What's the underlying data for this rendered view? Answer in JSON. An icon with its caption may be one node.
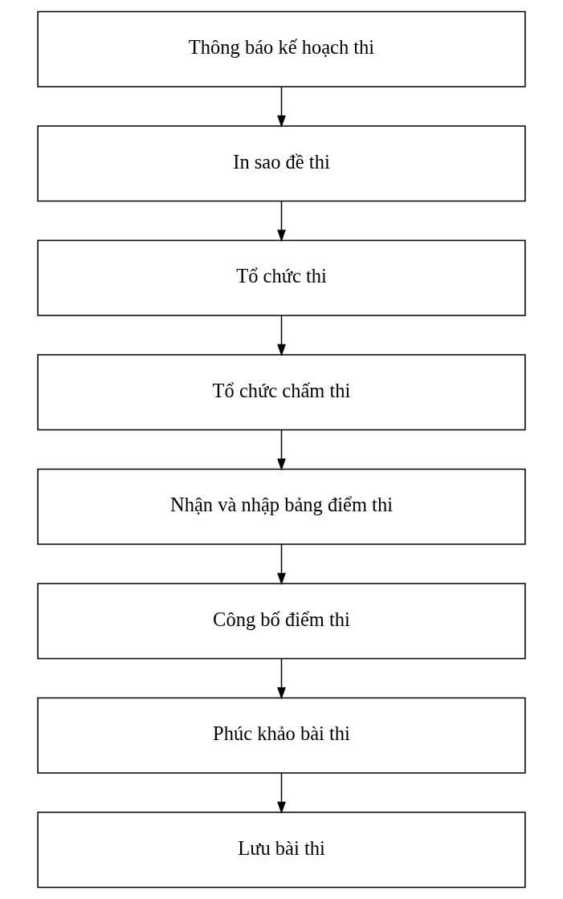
{
  "diagram": {
    "nodes": [
      {
        "text": [
          "Thông báo kế hoạch thi"
        ]
      },
      {
        "text": [
          "In sao đề thi"
        ]
      },
      {
        "text": [
          "Tổ chức thi"
        ]
      },
      {
        "text": [
          "Tổ chức chấm thi"
        ]
      },
      {
        "text": [
          "Nhận và nhập bảng điểm thi"
        ]
      },
      {
        "text": [
          "Công bố điểm thi"
        ]
      },
      {
        "text": [
          "Phúc khảo bài thi"
        ]
      },
      {
        "text": [
          "Lưu bài thi"
        ]
      }
    ],
    "edges": [
      {
        "from": 0,
        "to": 1,
        "arrow": "to"
      },
      {
        "from": 1,
        "to": 2,
        "arrow": "to"
      },
      {
        "from": 2,
        "to": 3,
        "arrow": "to"
      },
      {
        "from": 3,
        "to": 4,
        "arrow": "to"
      },
      {
        "from": 4,
        "to": 5,
        "arrow": "to"
      },
      {
        "from": 5,
        "to": 6,
        "arrow": "to"
      },
      {
        "from": 6,
        "to": 7,
        "arrow": "to"
      }
    ]
  }
}
